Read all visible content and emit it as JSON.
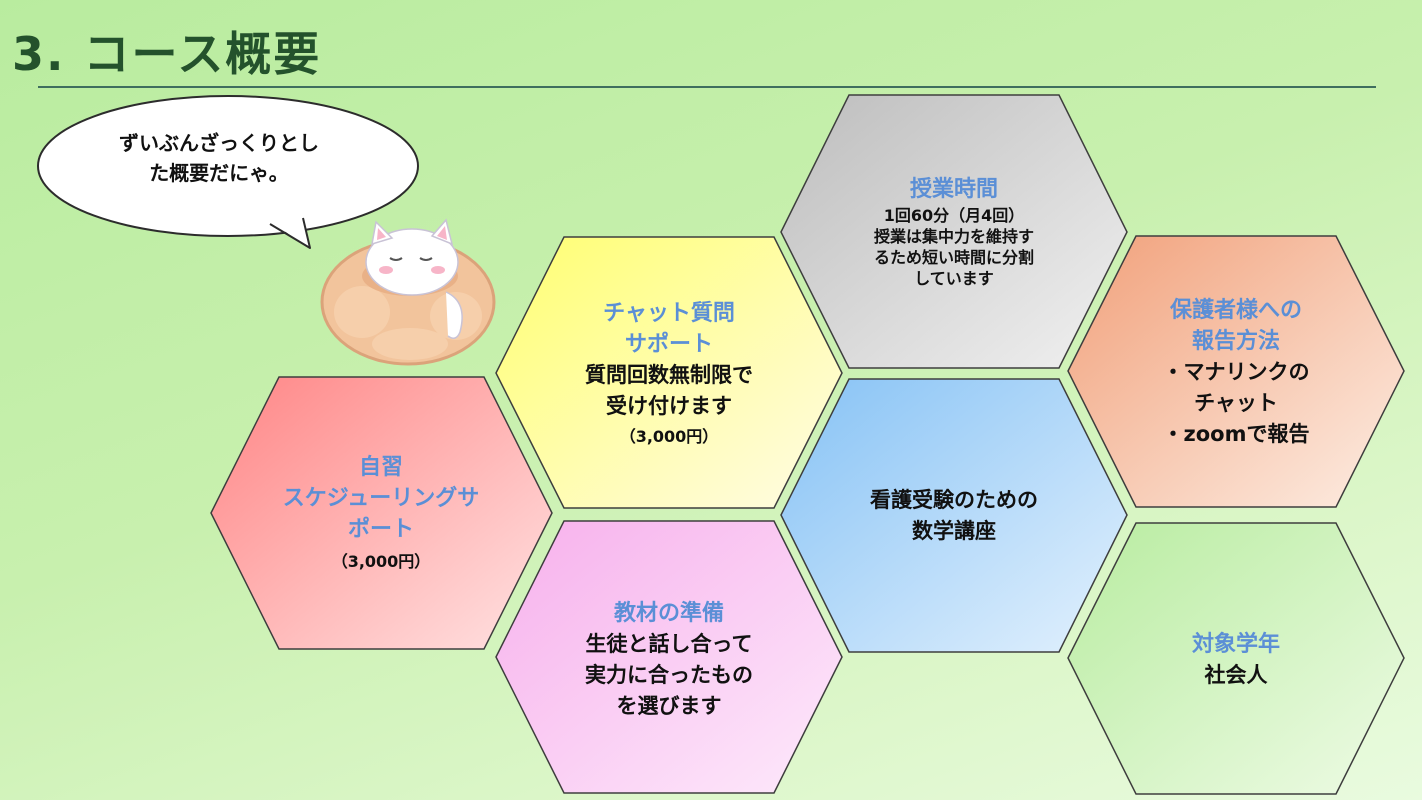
{
  "slide": {
    "title": "3. コース概要",
    "speech": [
      "ずいぶんざっくりとし",
      "た概要だにゃ。"
    ]
  },
  "hexes": {
    "self_study": {
      "heading": [
        "自習",
        "スケジューリングサ",
        "ポート"
      ],
      "body": [
        "（3,000円）"
      ]
    },
    "chat": {
      "heading": [
        "チャット質問",
        "サポート"
      ],
      "body": [
        "質問回数無制限で",
        "受け付けます",
        "（3,000円）"
      ]
    },
    "materials": {
      "heading": [
        "教材の準備"
      ],
      "body": [
        "生徒と話し合って",
        "実力に合ったもの",
        "を選びます"
      ]
    },
    "lesson_time": {
      "heading": [
        "授業時間"
      ],
      "body": [
        "1回60分（月4回）",
        "授業は集中力を維持す",
        "るため短い時間に分割",
        "しています"
      ]
    },
    "center": {
      "heading": [],
      "body": [
        "看護受験のための",
        "数学講座"
      ]
    },
    "report": {
      "heading": [
        "保護者様への",
        "報告方法"
      ],
      "body": [
        "・マナリンクの",
        "チャット",
        "・zoomで報告"
      ]
    },
    "target": {
      "heading": [
        "対象学年"
      ],
      "body": [
        "社会人"
      ]
    }
  }
}
